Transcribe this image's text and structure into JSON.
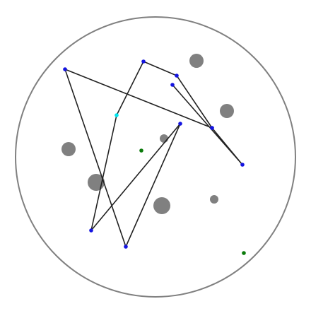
{
  "colors": {
    "background": "#ffffff",
    "arena_stroke": "#808080",
    "obstacle_fill": "#808080",
    "path_line": "#222222",
    "waypoint": "#1414e0",
    "start_waypoint": "#00e5ee",
    "target_dot": "#0a7a0a"
  },
  "game": {
    "arena": {
      "shape": "circle"
    },
    "obstacles": [
      {
        "id": "obstacle-1",
        "size": "medium"
      },
      {
        "id": "obstacle-2",
        "size": "medium"
      },
      {
        "id": "obstacle-3",
        "size": "small"
      },
      {
        "id": "obstacle-4",
        "size": "medium"
      },
      {
        "id": "obstacle-5",
        "size": "large"
      },
      {
        "id": "obstacle-6",
        "size": "large"
      },
      {
        "id": "obstacle-7",
        "size": "small"
      }
    ],
    "path": {
      "closed": false,
      "waypoints": [
        {
          "id": "wp-1",
          "kind": "normal"
        },
        {
          "id": "wp-2",
          "kind": "normal"
        },
        {
          "id": "wp-3",
          "kind": "normal"
        },
        {
          "id": "wp-4",
          "kind": "normal"
        },
        {
          "id": "wp-5",
          "kind": "normal"
        },
        {
          "id": "wp-6",
          "kind": "normal"
        },
        {
          "id": "wp-7",
          "kind": "normal"
        },
        {
          "id": "wp-8",
          "kind": "normal"
        },
        {
          "id": "wp-9",
          "kind": "start"
        },
        {
          "id": "wp-10",
          "kind": "normal"
        },
        {
          "id": "wp-11",
          "kind": "normal"
        }
      ]
    },
    "targets": [
      {
        "id": "target-1"
      },
      {
        "id": "target-2"
      }
    ]
  }
}
